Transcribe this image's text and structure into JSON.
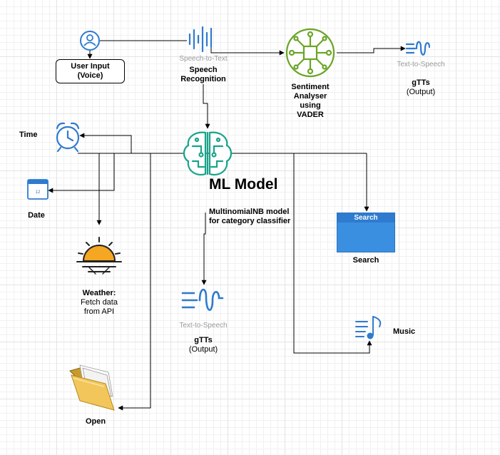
{
  "nodes": {
    "user_input": "User Input\n(Voice)",
    "stt_caption": "Speech-to-Text",
    "speech_recognition": "Speech\nRecognition",
    "sentiment": "Sentiment\nAnalyser\nusing\nVADER",
    "tts_top_caption": "Text-to-Speech",
    "gtts_top": "gTTs",
    "gtts_top_sub": "(Output)",
    "time": "Time",
    "date": "Date",
    "ml_model": "ML Model",
    "ml_desc": "MultinomialNB model\nfor category classifier",
    "search_bar": "Search",
    "search": "Search",
    "weather_bold": "Weather:",
    "weather_rest": "Fetch data\nfrom API",
    "tts_mid_caption": "Text-to-Speech",
    "gtts_mid": "gTTs",
    "gtts_mid_sub": "(Output)",
    "music": "Music",
    "open": "Open"
  },
  "icons": {
    "user": "user-icon",
    "speech_to_text": "waveform-icon",
    "sentiment": "circuit-node-icon",
    "text_to_speech": "speech-wave-icon",
    "alarm_clock": "alarm-clock-icon",
    "calendar": "calendar-icon",
    "brain": "brain-circuit-icon",
    "search": "magnifier-icon",
    "weather": "sunset-icon",
    "music": "music-note-icon",
    "folder": "folder-icon"
  },
  "colors": {
    "blue": "#2e7bcf",
    "green": "#6aa526",
    "teal": "#18a38b",
    "orange": "#f5a623",
    "line": "#000000"
  }
}
